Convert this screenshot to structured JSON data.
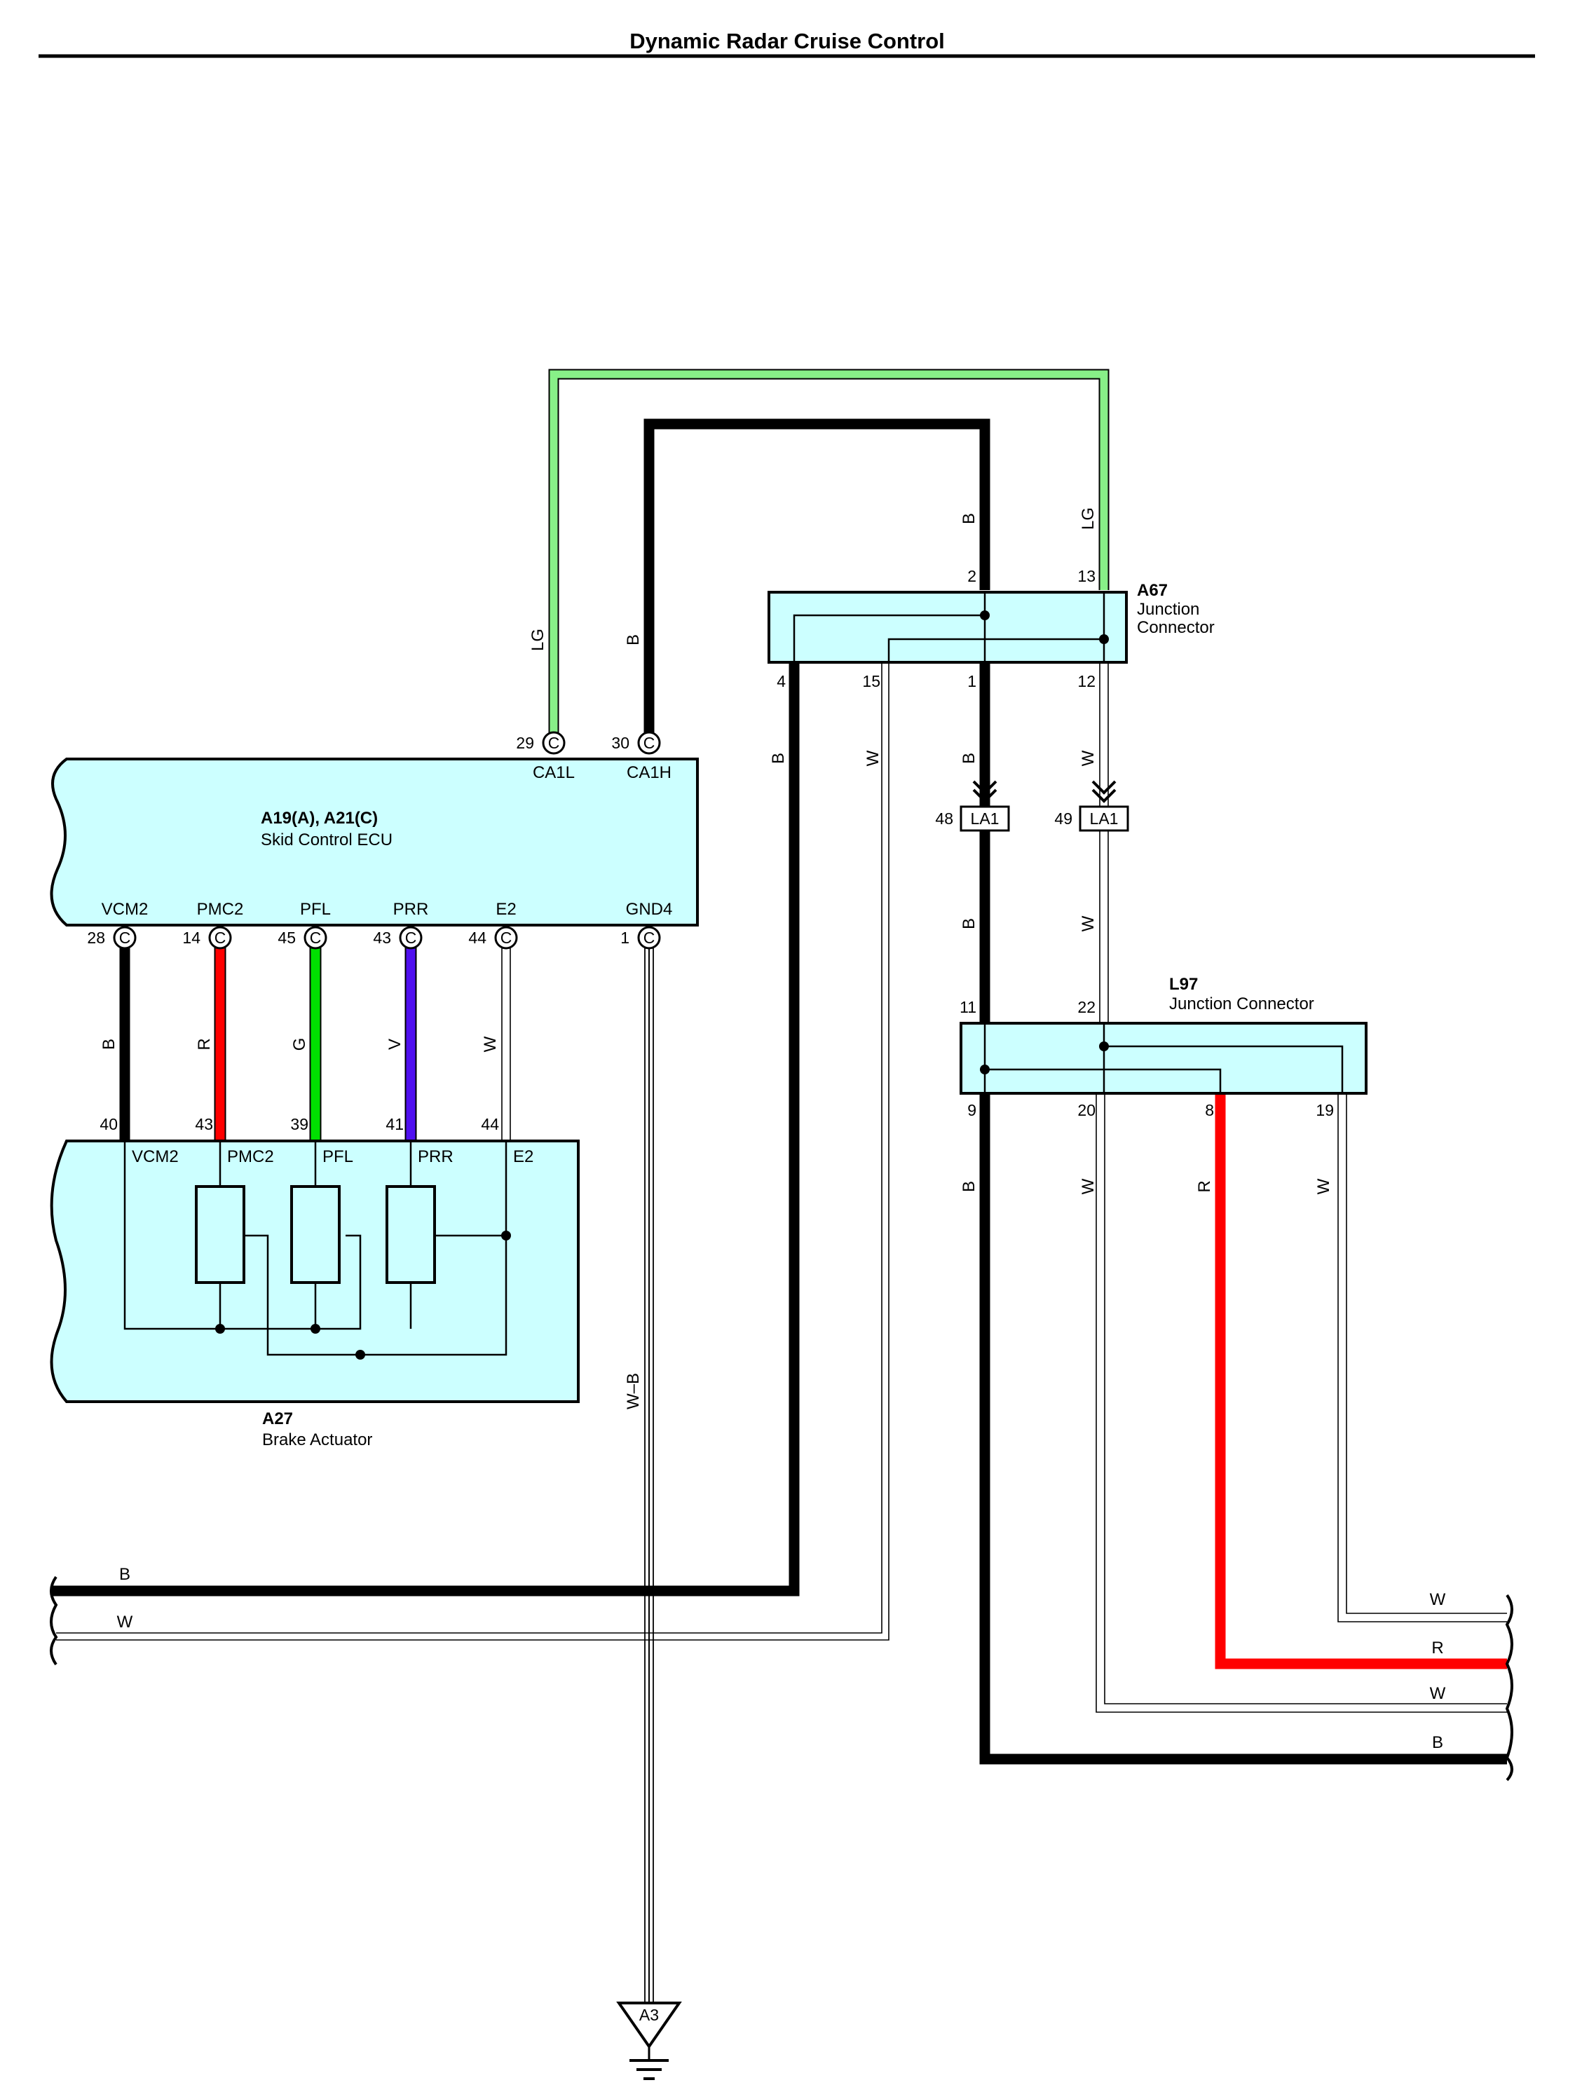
{
  "title": "Dynamic Radar Cruise Control",
  "colors": {
    "B": "#000000",
    "LG": "#88f088",
    "W": "#ffffff",
    "R": "#ff0000",
    "G": "#00e000",
    "V": "#5010f0",
    "W-B": "#ffffff",
    "box_fill": "#ccffff"
  },
  "ecu": {
    "code": "A19(A), A21(C)",
    "name": "Skid Control ECU",
    "top_terminals": [
      {
        "pin": "29",
        "conn": "C",
        "name": "CA1L"
      },
      {
        "pin": "30",
        "conn": "C",
        "name": "CA1H"
      }
    ],
    "bottom_terminals": [
      {
        "pin": "28",
        "conn": "C",
        "name": "VCM2"
      },
      {
        "pin": "14",
        "conn": "C",
        "name": "PMC2"
      },
      {
        "pin": "45",
        "conn": "C",
        "name": "PFL"
      },
      {
        "pin": "43",
        "conn": "C",
        "name": "PRR"
      },
      {
        "pin": "44",
        "conn": "C",
        "name": "E2"
      },
      {
        "pin": "1",
        "conn": "C",
        "name": "GND4"
      }
    ]
  },
  "actuator": {
    "code": "A27",
    "name": "Brake Actuator",
    "terminals": [
      {
        "pin": "40",
        "name": "VCM2"
      },
      {
        "pin": "43",
        "name": "PMC2"
      },
      {
        "pin": "39",
        "name": "PFL"
      },
      {
        "pin": "41",
        "name": "PRR"
      },
      {
        "pin": "44",
        "name": "E2"
      }
    ]
  },
  "a67": {
    "code": "A67",
    "line1": "Junction",
    "line2": "Connector",
    "pins": {
      "top_b": "2",
      "top_lg": "13",
      "bot_4": "4",
      "bot_15": "15",
      "bot_1": "1",
      "bot_12": "12"
    }
  },
  "l97": {
    "code": "L97",
    "name": "Junction Connector",
    "pins": {
      "top_11": "11",
      "top_22": "22",
      "bot_9": "9",
      "bot_20": "20",
      "bot_8": "8",
      "bot_19": "19"
    }
  },
  "inline": [
    {
      "pin": "48",
      "label": "LA1"
    },
    {
      "pin": "49",
      "label": "LA1"
    }
  ],
  "ground": {
    "label": "A3"
  },
  "wire_colors": {
    "lg": "LG",
    "b": "B",
    "w": "W",
    "r": "R",
    "g": "G",
    "v": "V",
    "wb": "W–B"
  }
}
